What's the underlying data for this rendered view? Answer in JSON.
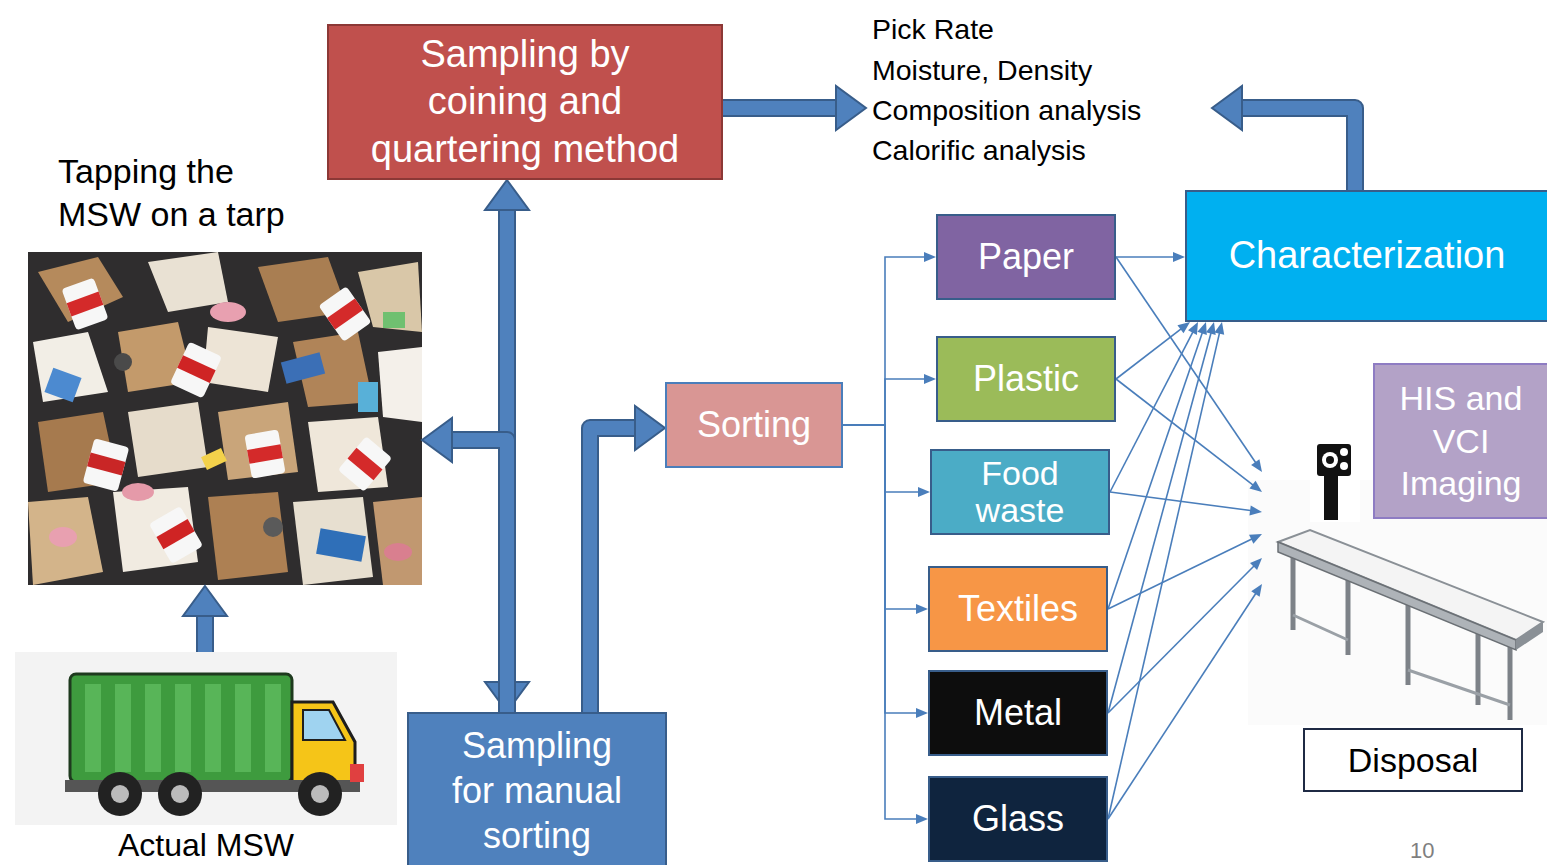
{
  "diagram": {
    "nodes": [
      {
        "text": [
          "Sampling by coining and quartering method"
        ]
      },
      {
        "text": [
          "Pick Rate",
          "Moisture, Density",
          "Composition analysis",
          "Calorific analysis"
        ]
      },
      {
        "text": [
          "Tapping the MSW on a tarp"
        ]
      },
      {
        "text": [
          "Actual MSW"
        ]
      },
      {
        "text": [
          "Sampling for manual sorting"
        ]
      },
      {
        "text": [
          "Sorting"
        ]
      },
      {
        "text": [
          "Paper"
        ]
      },
      {
        "text": [
          "Plastic"
        ]
      },
      {
        "text": [
          "Food waste"
        ]
      },
      {
        "text": [
          "Textiles"
        ]
      },
      {
        "text": [
          "Metal"
        ]
      },
      {
        "text": [
          "Glass"
        ]
      },
      {
        "text": [
          "Characterization"
        ]
      },
      {
        "text": [
          "HIS and VCI Imaging"
        ]
      },
      {
        "text": [
          "Disposal"
        ]
      }
    ],
    "edges": [
      {
        "from": 0,
        "to": 1,
        "arrow": "to"
      },
      {
        "from": 12,
        "to": 1,
        "arrow": "to"
      },
      {
        "from": 3,
        "to": 2,
        "arrow": "to"
      },
      {
        "from": 0,
        "to": 4,
        "arrow": "both"
      },
      {
        "from": 4,
        "to": 2,
        "arrow": "to"
      },
      {
        "from": 4,
        "to": 5,
        "arrow": "to"
      },
      {
        "from": 5,
        "to": 6,
        "arrow": "to"
      },
      {
        "from": 5,
        "to": 7,
        "arrow": "to"
      },
      {
        "from": 5,
        "to": 8,
        "arrow": "to"
      },
      {
        "from": 5,
        "to": 9,
        "arrow": "to"
      },
      {
        "from": 5,
        "to": 10,
        "arrow": "to"
      },
      {
        "from": 5,
        "to": 11,
        "arrow": "to"
      },
      {
        "from": 6,
        "to": 12,
        "arrow": "to"
      },
      {
        "from": 7,
        "to": 12,
        "arrow": "to"
      },
      {
        "from": 8,
        "to": 12,
        "arrow": "to"
      },
      {
        "from": 9,
        "to": 12,
        "arrow": "to"
      },
      {
        "from": 10,
        "to": 12,
        "arrow": "to"
      },
      {
        "from": 11,
        "to": 12,
        "arrow": "to"
      },
      {
        "from": 6,
        "to": 14,
        "arrow": "to"
      },
      {
        "from": 7,
        "to": 14,
        "arrow": "to"
      },
      {
        "from": 8,
        "to": 14,
        "arrow": "to"
      },
      {
        "from": 9,
        "to": 14,
        "arrow": "to"
      },
      {
        "from": 10,
        "to": 14,
        "arrow": "to"
      },
      {
        "from": 11,
        "to": 14,
        "arrow": "to"
      }
    ],
    "labels": [
      "10"
    ]
  }
}
